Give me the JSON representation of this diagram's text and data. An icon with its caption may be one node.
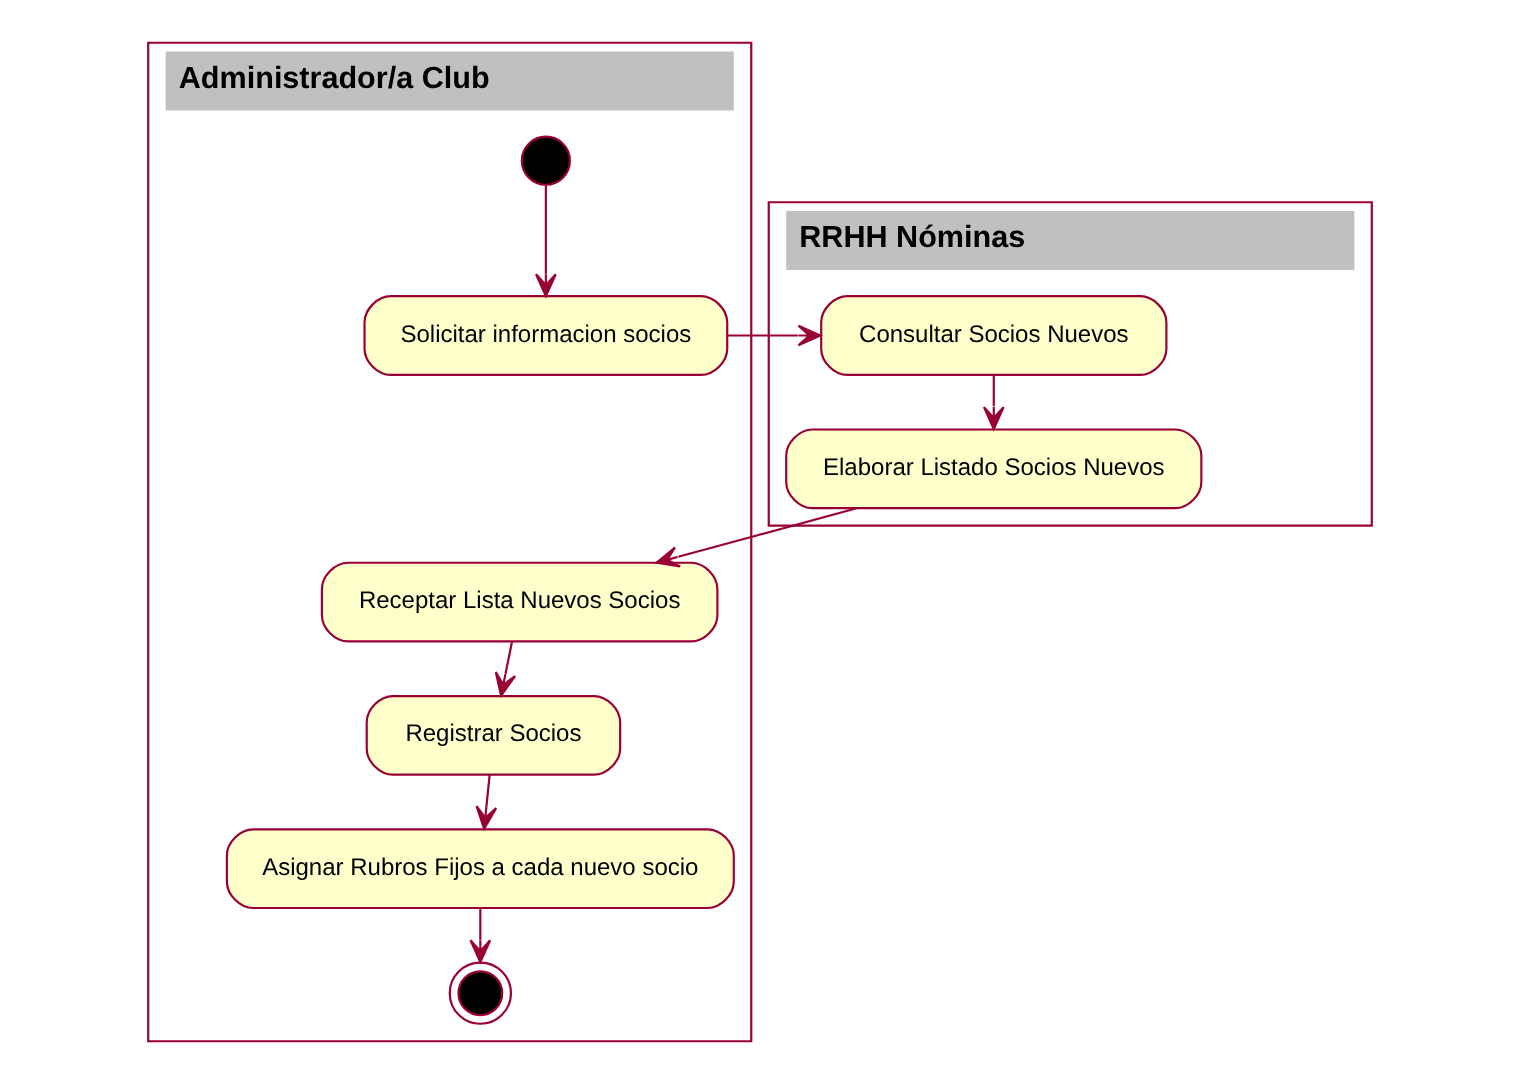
{
  "diagram": {
    "nodes": [
      {
        "text": [
          "Administrador/a Club"
        ]
      },
      {
        "text": [
          "RRHH Nóminas"
        ]
      },
      {
        "text": [],
        "shape": "circle",
        "in": 0
      },
      {
        "text": [
          "Solicitar informacion socios"
        ],
        "in": 0
      },
      {
        "text": [
          "Receptar Lista Nuevos Socios"
        ],
        "in": 0
      },
      {
        "text": [
          "Registrar Socios"
        ],
        "in": 0
      },
      {
        "text": [
          "Asignar Rubros Fijos a cada nuevo socio"
        ],
        "in": 0
      },
      {
        "text": [],
        "shape": "bullseye",
        "in": 0
      },
      {
        "text": [
          "Consultar Socios Nuevos"
        ],
        "in": 1
      },
      {
        "text": [
          "Elaborar Listado Socios Nuevos"
        ],
        "in": 1
      }
    ],
    "edges": [
      {
        "from": 2,
        "to": 3,
        "arrow": "to"
      },
      {
        "from": 3,
        "to": 8,
        "arrow": "to"
      },
      {
        "from": 8,
        "to": 9,
        "arrow": "to"
      },
      {
        "from": 9,
        "to": 4,
        "arrow": "to"
      },
      {
        "from": 4,
        "to": 5,
        "arrow": "to"
      },
      {
        "from": 5,
        "to": 6,
        "arrow": "to"
      },
      {
        "from": 6,
        "to": 7,
        "arrow": "to"
      }
    ]
  }
}
